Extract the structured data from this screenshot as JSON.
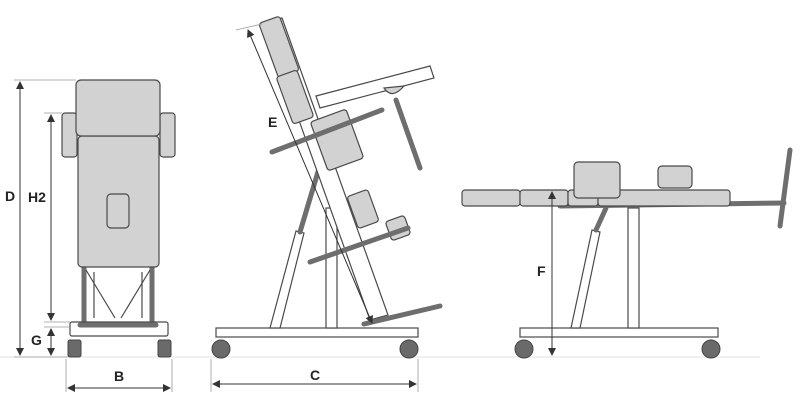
{
  "dimensions": {
    "D": "D",
    "H2": "H2",
    "G": "G",
    "B": "B",
    "E": "E",
    "C": "C",
    "F": "F"
  },
  "colors": {
    "pad": "#d2d2d2",
    "frame_bar": "#6e6e6e",
    "outline": "#4a4a4a",
    "wheel": "#6a6a6a"
  }
}
